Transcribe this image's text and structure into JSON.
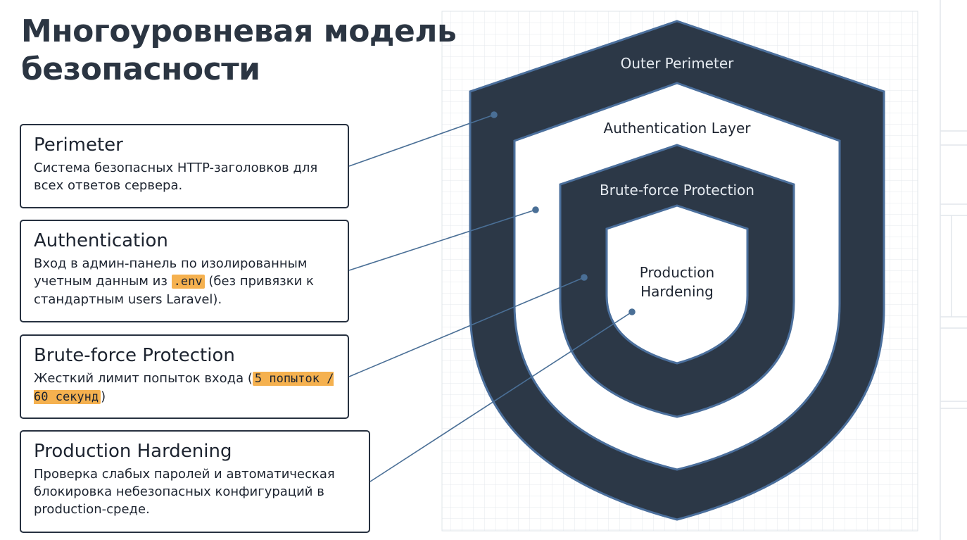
{
  "title": {
    "line1": "Многоуровневая модель",
    "line2": "безопасности"
  },
  "layers": [
    {
      "title": "Perimeter",
      "desc_parts": [
        "Система безопасных HTTP-заголовков для всех ответов сервера."
      ]
    },
    {
      "title": "Authentication",
      "desc_parts": [
        "Вход в админ-панель по изолированным учетным данным из ",
        ".env",
        " (без привязки к стандартным users Laravel)."
      ]
    },
    {
      "title": "Brute-force Protection",
      "desc_parts": [
        "Жесткий лимит попыток входа (",
        "5 попыток / 60 секунд",
        ")"
      ]
    },
    {
      "title": "Production Hardening",
      "desc_parts": [
        "Проверка слабых паролей и автоматическая блокировка небезопасных конфигураций в production-среде."
      ]
    }
  ],
  "shield": {
    "outer_label": "Outer Perimeter",
    "auth_label": "Authentication Layer",
    "brute_label": "Brute-force Protection",
    "core_label_line1": "Production",
    "core_label_line2": "Hardening"
  },
  "colors": {
    "shield_dark": "#2c3847",
    "shield_edge": "#4b6f9c",
    "connector": "#4a6f96",
    "code_highlight": "#f5b14f",
    "grid": "#e4e8ee"
  }
}
